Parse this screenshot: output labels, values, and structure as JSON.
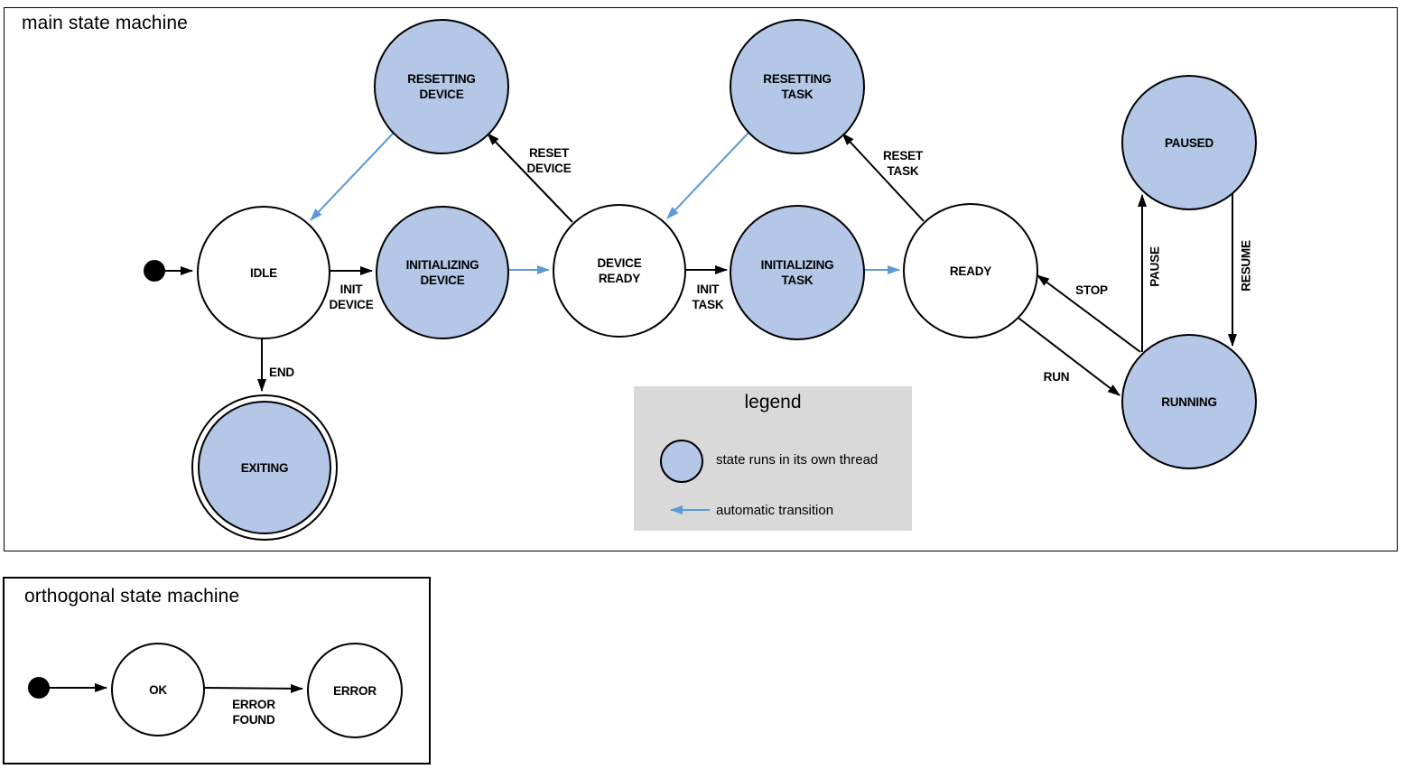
{
  "colors": {
    "thread_state_fill": "#b4c7e7",
    "automatic_transition_arrow": "#5b9bd5",
    "legend_background": "#d9d9d9",
    "outline": "#000000"
  },
  "main_machine": {
    "title": "main state machine",
    "states": {
      "idle": {
        "label": "IDLE"
      },
      "resetting_device": {
        "label": "RESETTING\nDEVICE"
      },
      "initializing_device": {
        "label": "INITIALIZING\nDEVICE"
      },
      "device_ready": {
        "label": "DEVICE\nREADY"
      },
      "resetting_task": {
        "label": "RESETTING\nTASK"
      },
      "initializing_task": {
        "label": "INITIALIZING\nTASK"
      },
      "ready": {
        "label": "READY"
      },
      "paused": {
        "label": "PAUSED"
      },
      "running": {
        "label": "RUNNING"
      },
      "exiting": {
        "label": "EXITING"
      }
    },
    "edge_labels": {
      "init_device": "INIT\nDEVICE",
      "reset_device": "RESET\nDEVICE",
      "init_task": "INIT\nTASK",
      "reset_task": "RESET\nTASK",
      "end": "END",
      "run": "RUN",
      "stop": "STOP",
      "pause": "PAUSE",
      "resume": "RESUME"
    }
  },
  "legend": {
    "title": "legend",
    "thread_item": "state runs in its own thread",
    "auto_item": "automatic transition"
  },
  "orthogonal_machine": {
    "title": "orthogonal state machine",
    "states": {
      "ok": {
        "label": "OK"
      },
      "error": {
        "label": "ERROR"
      }
    },
    "edge_labels": {
      "error_found": "ERROR\nFOUND"
    }
  }
}
